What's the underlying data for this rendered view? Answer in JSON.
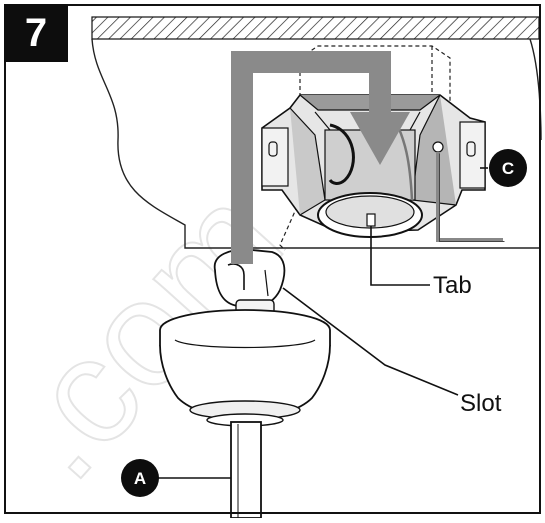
{
  "step": {
    "number": "7"
  },
  "labels": {
    "tab": "Tab",
    "slot": "Slot"
  },
  "callouts": {
    "c": "C",
    "a": "A"
  },
  "watermark": {
    "text": ".com"
  },
  "colors": {
    "ink": "#111111",
    "arrow_gray": "#8a8a8a",
    "badge_bg": "#0d0d0d",
    "metal_gray": "#bdbdbd",
    "dark_gray": "#6b6b6b",
    "wire": "#888888"
  }
}
